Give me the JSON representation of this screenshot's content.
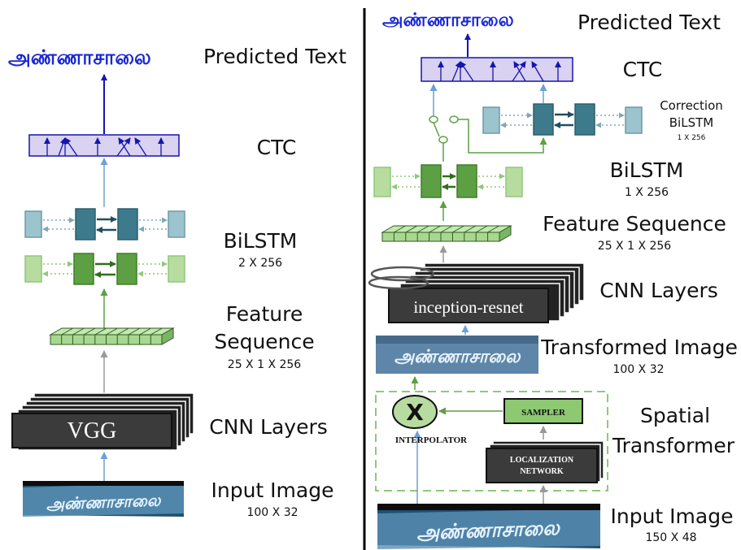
{
  "left": {
    "output_text": "அண்ணாசாலை",
    "predicted_text_label": "Predicted Text",
    "ctc_label": "CTC",
    "bilstm_label": "BiLSTM",
    "bilstm_dims": "2 X 256",
    "feature_label_line1": "Feature",
    "feature_label_line2": "Sequence",
    "feature_dims": "25 X 1 X 256",
    "cnn_block_label": "VGG",
    "cnn_layers_label": "CNN Layers",
    "input_label": "Input Image",
    "input_dims": "100 X 32",
    "input_image_text": "அண்ணாசாலை"
  },
  "right": {
    "output_text": "அண்ணாசாலை",
    "predicted_text_label": "Predicted Text",
    "ctc_label": "CTC",
    "correction_label_line1": "Correction",
    "correction_label_line2": "BiLSTM",
    "correction_dims": "1 X 256",
    "bilstm_label": "BiLSTM",
    "bilstm_dims": "1 X 256",
    "feature_label": "Feature Sequence",
    "feature_dims": "25 X 1 X 256",
    "cnn_block_label": "inception-resnet",
    "cnn_layers_label": "CNN Layers",
    "transformed_label": "Transformed Image",
    "transformed_dims": "100 X 32",
    "transformed_image_text": "அண்ணாசாலை",
    "interpolator_symbol": "X",
    "interpolator_label": "INTERPOLATOR",
    "sampler_label": "SAMPLER",
    "localization_line1": "LOCALIZATION",
    "localization_line2": "NETWORK",
    "spatial_label_line1": "Spatial",
    "spatial_label_line2": "Transformer",
    "input_label": "Input Image",
    "input_dims": "150 X 48",
    "input_image_text": "அண்ணாசாலை"
  },
  "colors": {
    "arrow_blue": "#1515b0",
    "ctc_fill": "#d9d2f0",
    "lstm_dark_teal": "#3d7a8c",
    "lstm_light_teal": "#9cc4ce",
    "lstm_dark_green": "#5da043",
    "lstm_light_green": "#b8dca0",
    "feature_green": "#a8d890",
    "cnn_gray": "#3b3b3b",
    "dashed_green": "#8ec97a",
    "sampler_green": "#8cc970",
    "tamil_blue": "#1a28d4"
  }
}
